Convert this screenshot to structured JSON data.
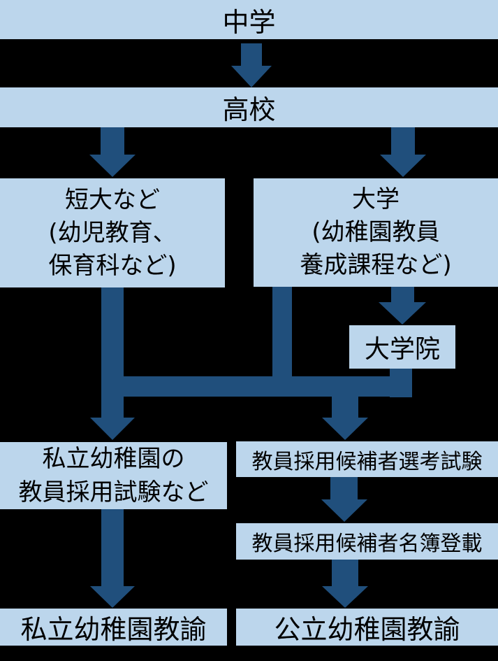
{
  "theme": {
    "background": "#000000",
    "box-fill": "#bcd6ec",
    "arrow": "#204f7c",
    "text": "#000000"
  },
  "nodes": {
    "junior_high": {
      "label": "中学"
    },
    "high_school": {
      "label": "高校"
    },
    "junior_college": {
      "line1": "短大など",
      "line2": "(幼児教育、",
      "line3": "保育科など)"
    },
    "university": {
      "line1": "大学",
      "line2": "(幼稚園教員",
      "line3": "養成課程など)"
    },
    "grad_school": {
      "label": "大学院"
    },
    "private_exam": {
      "line1": "私立幼稚園の",
      "line2": "教員採用試験など"
    },
    "selection_exam": {
      "label": "教員採用候補者選考試験"
    },
    "roster": {
      "label": "教員採用候補者名簿登載"
    },
    "private_teacher": {
      "label": "私立幼稚園教諭"
    },
    "public_teacher": {
      "label": "公立幼稚園教諭"
    }
  }
}
